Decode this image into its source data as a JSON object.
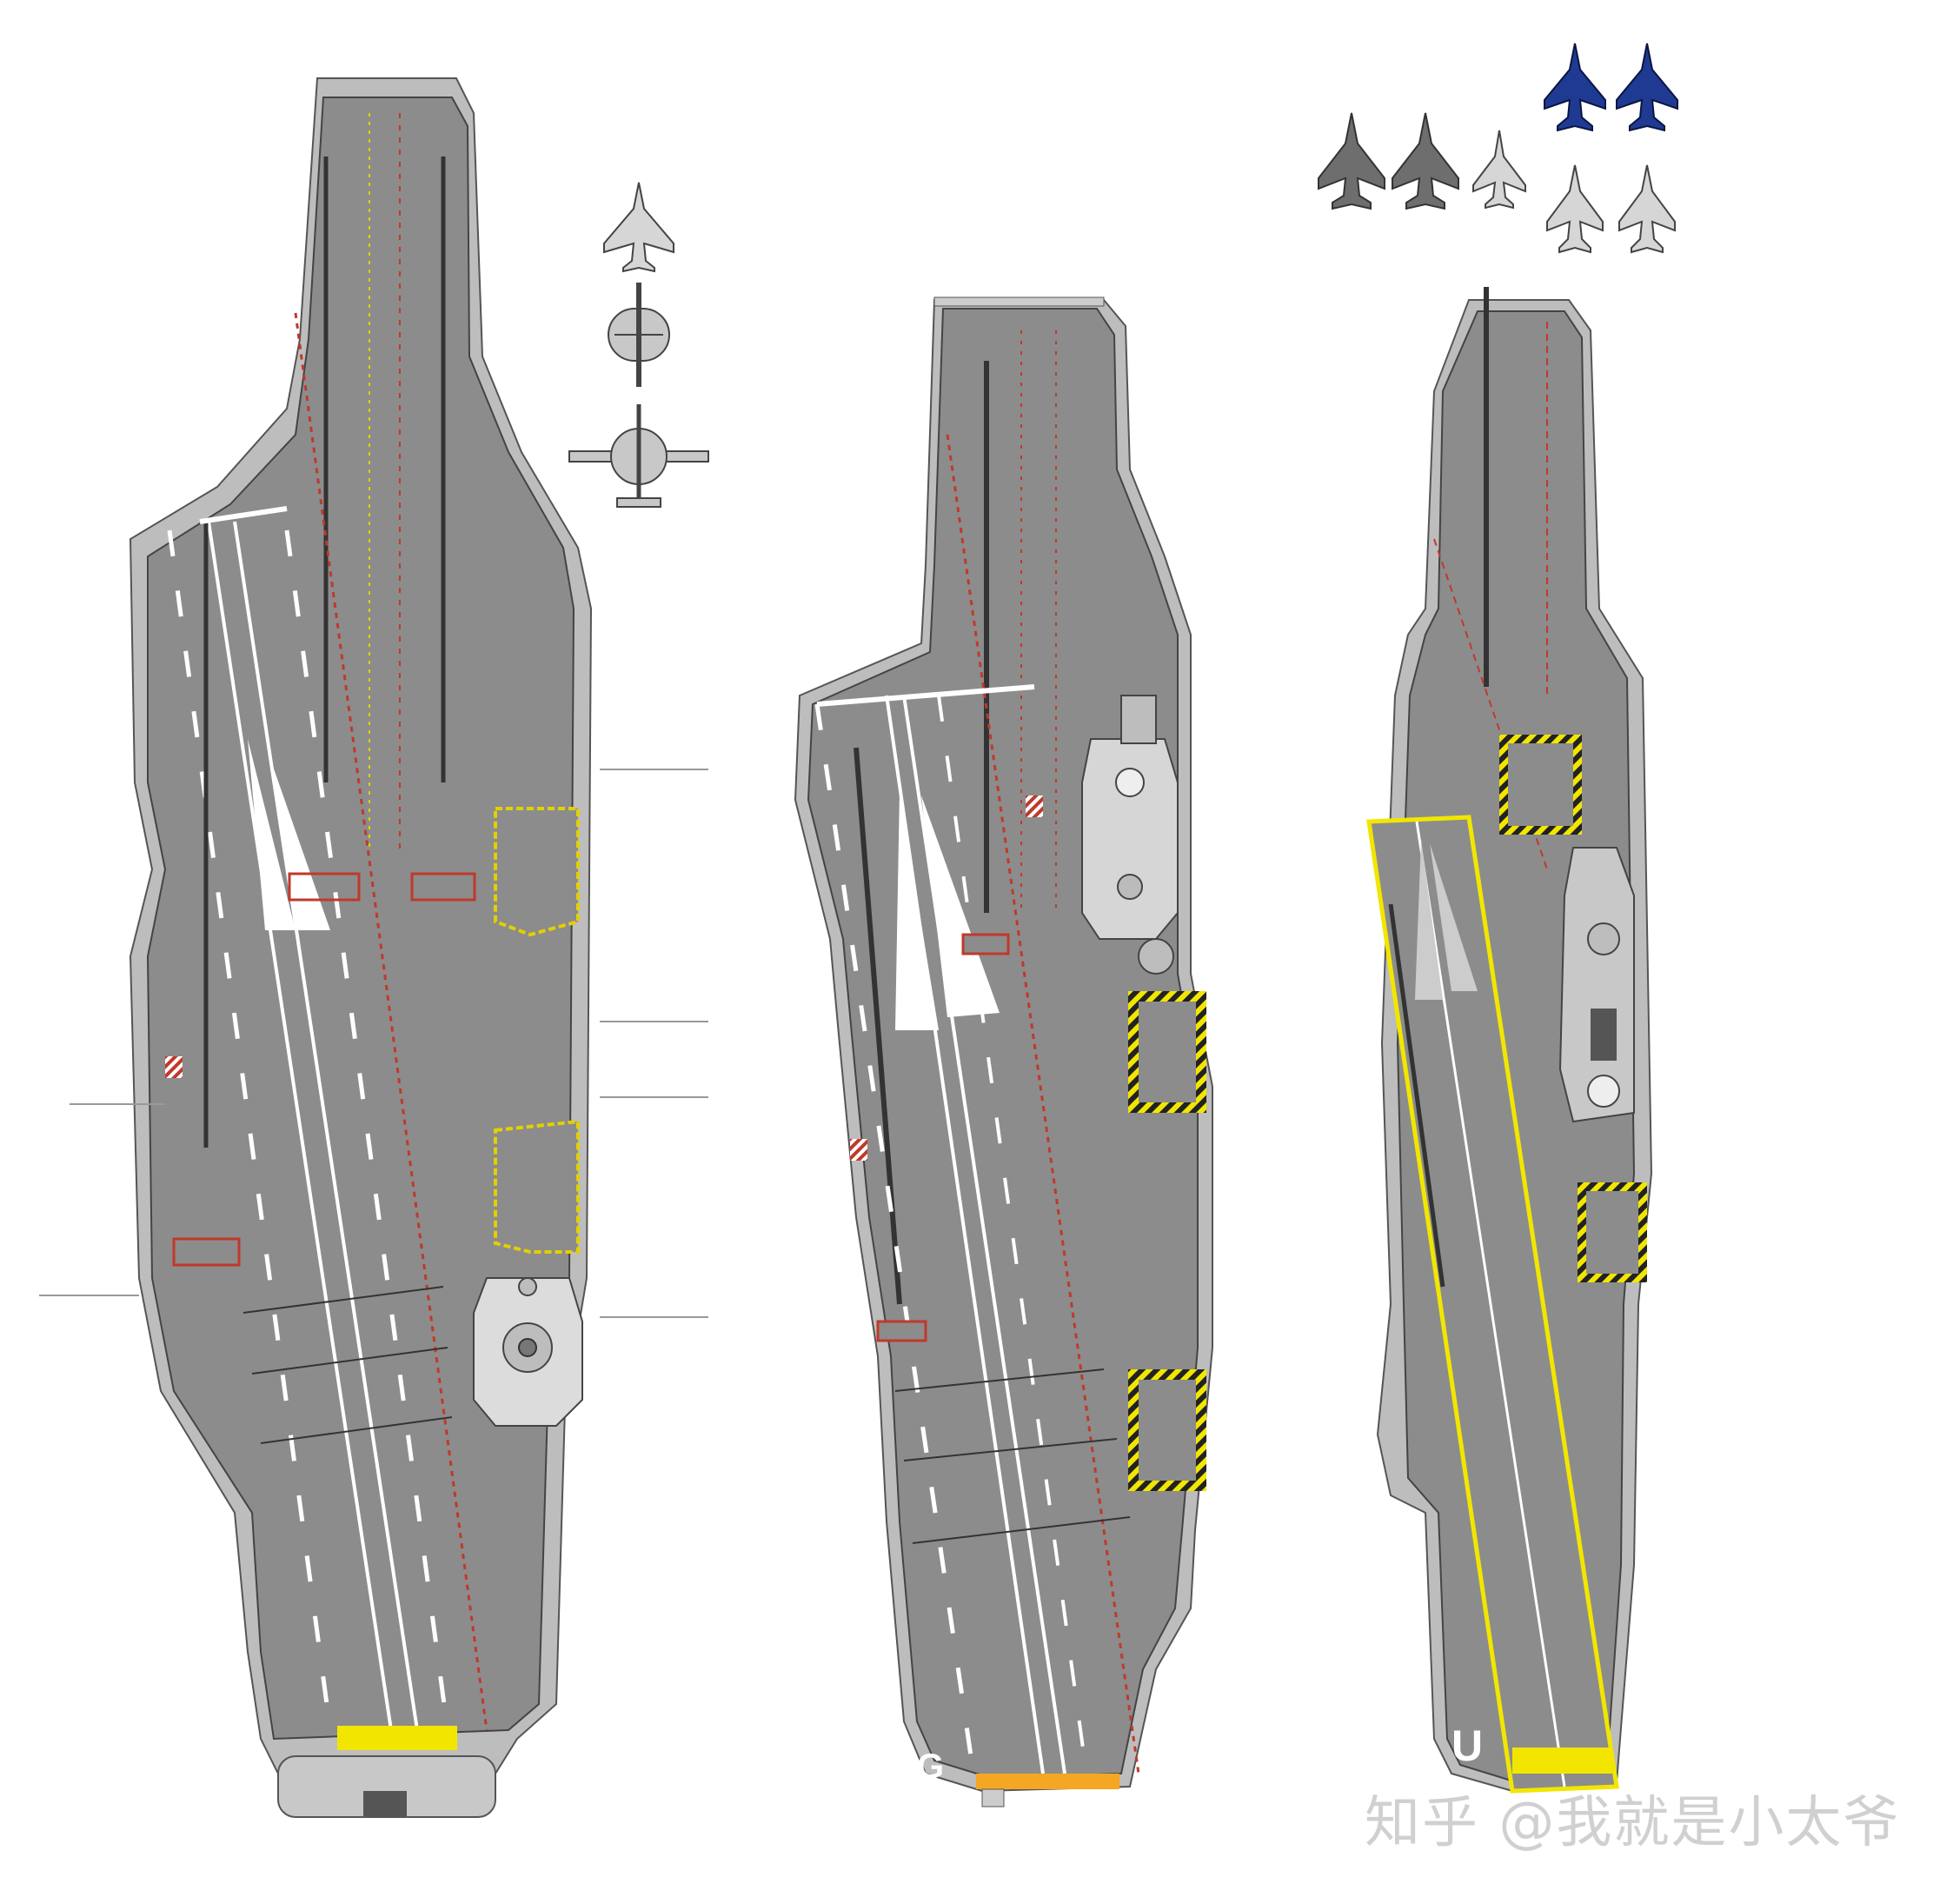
{
  "watermark": "知乎 @我就是小太爷",
  "ships": [
    {
      "name": "carrier-left",
      "deck_letter": ""
    },
    {
      "name": "carrier-middle",
      "deck_letter": "G"
    },
    {
      "name": "carrier-right",
      "deck_letter": "U"
    }
  ],
  "icons": [
    "fighter-jet-icon",
    "awacs-aircraft-icon",
    "helicopter-icon"
  ],
  "colors": {
    "deck": "#8c8c8c",
    "hull_edge": "#b8b8b8",
    "outline": "#555555",
    "centerline_red": "#c0392b",
    "yellow_marking": "#f2e600",
    "orange_marking": "#f5a623",
    "aircraft_blue": "#1f3a93",
    "aircraft_grey": "#6e6e6e",
    "aircraft_light": "#d6d6d6",
    "watermark": "#d0d0d0"
  }
}
